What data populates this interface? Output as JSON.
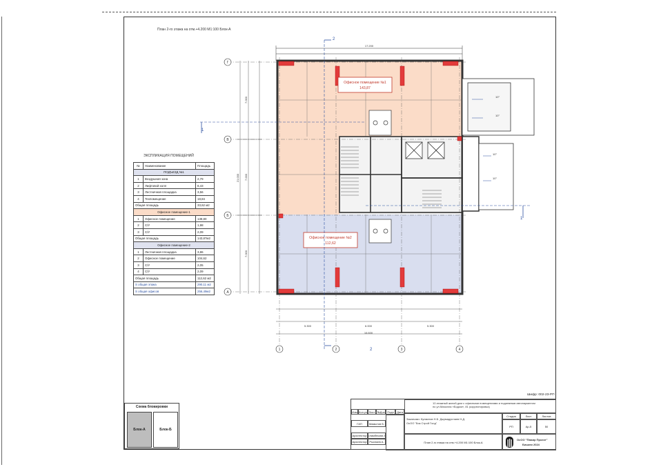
{
  "sheet": {
    "plan_title": "План 2-го этажа на отм.+4.200 М1:100 Блок-А",
    "sheet_code": "Шифр: 002-23-РП"
  },
  "plan": {
    "axes_letters": [
      "Г",
      "В",
      "Б",
      "А"
    ],
    "axes_numbers": [
      "1",
      "2",
      "3",
      "4"
    ],
    "section_marks": [
      "1",
      "2"
    ],
    "overall_width": "17.200",
    "overall_height": "21.000",
    "bottom_dims": [
      "5.300",
      "6.000",
      "5.300"
    ],
    "bottom_total": "16.600",
    "left_dims": [
      "7.000",
      "7.000",
      "7.000"
    ],
    "room1_name": "Офисное помещение №1",
    "room1_area": "143,87",
    "room2_name": "Офисное помещение №2",
    "room2_area": "112,62",
    "balcony_slope": "10°",
    "colors": {
      "room1": "#fbdcc8",
      "room2": "#d9deef",
      "columns": "#e23b3b",
      "label_border": "#c0392b",
      "axis_line": "#2a4fa0"
    }
  },
  "explication": {
    "title": "ЭКСПЛИКАЦИЯ ПОМЕЩЕНИЙ",
    "headers": [
      "№",
      "Наименование",
      "Площадь"
    ],
    "entrance_title": "ПОДЪЕЗД №1",
    "entrance_rows": [
      [
        "1",
        "Воздушная зона",
        "2,79"
      ],
      [
        "2",
        "Лифтовой холл",
        "8,43"
      ],
      [
        "3",
        "Лестничная площадка",
        "3,56"
      ],
      [
        "4",
        "Техпомещение",
        "18,84"
      ]
    ],
    "entrance_total": [
      "Общая площадь",
      "33,62 м2"
    ],
    "office1_title": "Офисное помещение-1",
    "office1_rows": [
      [
        "1",
        "Офисное помещение",
        "139,80"
      ],
      [
        "2",
        "С/У",
        "1,98"
      ],
      [
        "3",
        "С/У",
        "2,09"
      ]
    ],
    "office1_total": [
      "Общая площадь",
      "143,87м2"
    ],
    "office2_title": "Офисное помещение-2",
    "office2_rows": [
      [
        "1",
        "Лестничная площадка",
        "3,86"
      ],
      [
        "2",
        "Офисное помещение",
        "104,62"
      ],
      [
        "3",
        "С/У",
        "2,05"
      ],
      [
        "4",
        "С/У",
        "2,09"
      ]
    ],
    "office2_total": [
      "Общая площадь",
      "112,62 м2"
    ],
    "floor_total": [
      "S общая этажа",
      "290,11 м2"
    ],
    "offices_total": [
      "S общая офисов",
      "256,49м2"
    ]
  },
  "scheme": {
    "title": "Схема блокировки",
    "block_a": "Блок-А",
    "block_b": "Блок-Б"
  },
  "title_block": {
    "project": "12-этажный жилой дом с офисными помещениями и подземным автопаркингом по ул.Махалла «Бодом», 81 (корректировка)",
    "customer": "Заказчики: Кулматов Н.Б. Джумадуллаев Н.Д.",
    "customer2": "ОсОО \"Бик Строй Голд\"",
    "headers": [
      "Изм",
      "Кол.уч",
      "Лист",
      "№Док",
      "Подп",
      "Дата"
    ],
    "roles": [
      [
        "ГАП",
        "Мамытов Б."
      ],
      [
        "Архитектор",
        "Исламбекова Ж."
      ],
      [
        "Архитектор",
        "Рыспаев А."
      ]
    ],
    "stage_headers": [
      "Стадия",
      "Лист",
      "Листов"
    ],
    "stage_values": [
      "РП",
      "Ар-5",
      "50"
    ],
    "sheet_name": "План 2-го этажа на отм.+4.200 М1:100 Блок-А",
    "company": "ОсОО \"Памир Проект\"",
    "city_year": "Бишкек 2024"
  }
}
